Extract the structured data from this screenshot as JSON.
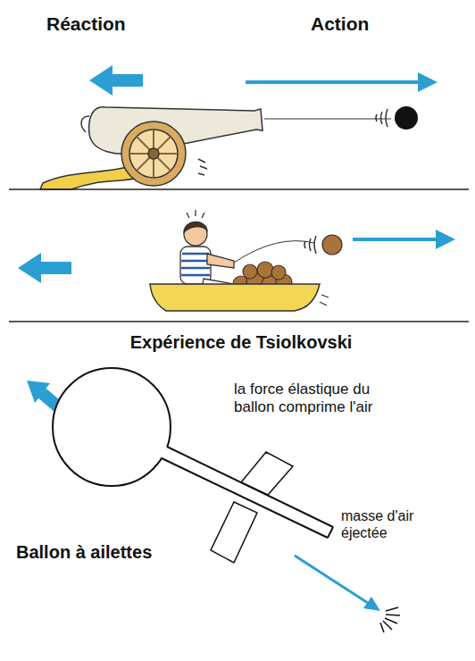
{
  "diagram": {
    "labels": [
      "Réaction",
      "Action",
      "Expérience de Tsiolkovski",
      "la force élastique du ballon comprime l'air",
      "masse d'air éjectée",
      "Ballon à ailettes"
    ]
  }
}
